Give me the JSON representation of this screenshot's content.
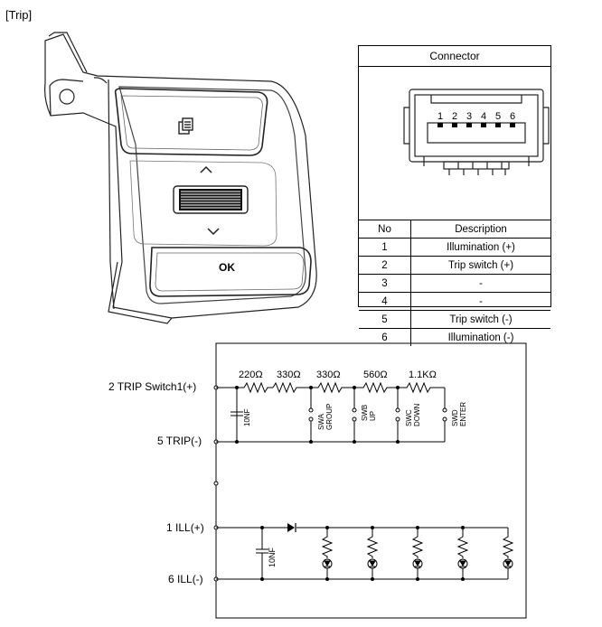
{
  "section_title": "[Trip]",
  "switch": {
    "ok_label": "OK",
    "up_icon": "chevron-up-icon",
    "down_icon": "chevron-down-icon",
    "menu_icon": "document-stack-icon"
  },
  "connector": {
    "title": "Connector",
    "pin_numbers": [
      "1",
      "2",
      "3",
      "4",
      "5",
      "6"
    ],
    "columns": [
      "No",
      "Description"
    ],
    "rows": [
      {
        "no": "1",
        "description": "Illumination (+)"
      },
      {
        "no": "2",
        "description": "Trip switch (+)"
      },
      {
        "no": "3",
        "description": "-"
      },
      {
        "no": "4",
        "description": "-"
      },
      {
        "no": "5",
        "description": "Trip switch (-)"
      },
      {
        "no": "6",
        "description": "Illumination (-)"
      }
    ]
  },
  "schematic": {
    "terminals": [
      "2 TRIP Switch1(+)",
      "5 TRIP(-)",
      "1 ILL(+)",
      "6 ILL(-)"
    ],
    "resistors": [
      "220Ω",
      "330Ω",
      "330Ω",
      "560Ω",
      "1.1KΩ"
    ],
    "capacitor_top": "10NF",
    "capacitor_bottom": "10NF",
    "switches": [
      {
        "line1": "SWA",
        "line2": "GROUP"
      },
      {
        "line1": "SWB",
        "line2": "UP"
      },
      {
        "line1": "SWC",
        "line2": "DOWN"
      },
      {
        "line1": "SWD",
        "line2": "ENTER"
      }
    ]
  }
}
